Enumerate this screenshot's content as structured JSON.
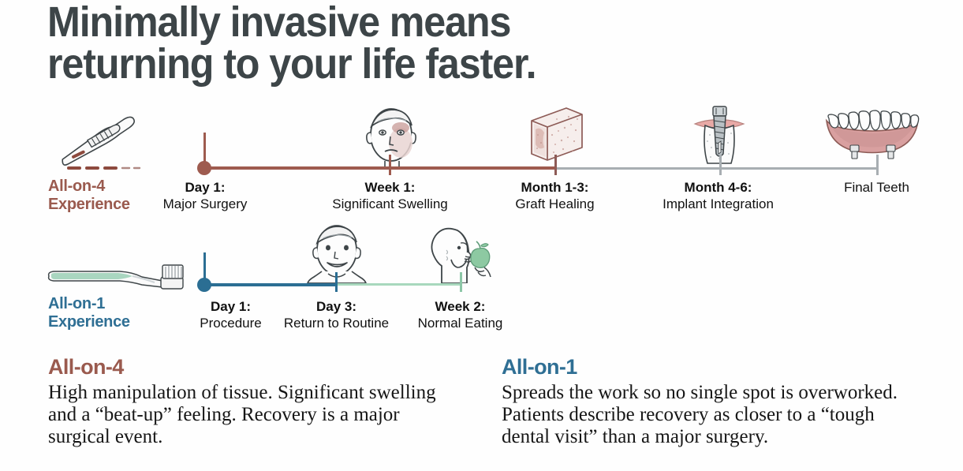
{
  "headline": "Minimally invasive means\nreturning to your life faster.",
  "colors": {
    "headline": "#3d4548",
    "allon4": "#9a5a4e",
    "allon4_line_active": "#9e5b4f",
    "allon4_line_inactive": "#a8aeb2",
    "allon1": "#2f6f94",
    "allon1_line_active": "#2b6e93",
    "allon1_line_inactive": "#a8d8bd",
    "gum_pink": "#d9a0a0",
    "apple_green": "#8dc9a2",
    "brush_green": "#a9d6c0"
  },
  "rows": [
    {
      "label": "All-on-4\nExperience",
      "icon": "scalpel-icon",
      "milestones": [
        {
          "bold": "Day 1:",
          "sub": "Major Surgery",
          "icon": "none"
        },
        {
          "bold": "Week 1:",
          "sub": "Significant Swelling",
          "icon": "swollen-face-icon"
        },
        {
          "bold": "Month 1-3:",
          "sub": "Graft Healing",
          "icon": "bone-graft-icon"
        },
        {
          "bold": "Month 4-6:",
          "sub": "Implant Integration",
          "icon": "dental-implant-icon"
        },
        {
          "bold": "",
          "sub": "Final Teeth",
          "icon": "denture-icon"
        }
      ]
    },
    {
      "label": "All-on-1\nExperience",
      "icon": "toothbrush-icon",
      "milestones": [
        {
          "bold": "Day 1:",
          "sub": "Procedure",
          "icon": "none"
        },
        {
          "bold": "Day 3:",
          "sub": "Return to Routine",
          "icon": "smiling-face-icon"
        },
        {
          "bold": "Week 2:",
          "sub": "Normal Eating",
          "icon": "eating-apple-icon"
        }
      ]
    }
  ],
  "footer": {
    "left": {
      "heading": "All-on-4",
      "body": "High manipulation of tissue. Significant swelling\nand a “beat-up” feeling. Recovery is a major\nsurgical event."
    },
    "right": {
      "heading": "All-on-1",
      "body": "Spreads the work so no single spot is overworked.\nPatients describe recovery as closer to a “tough\ndental visit” than a major surgery."
    }
  }
}
